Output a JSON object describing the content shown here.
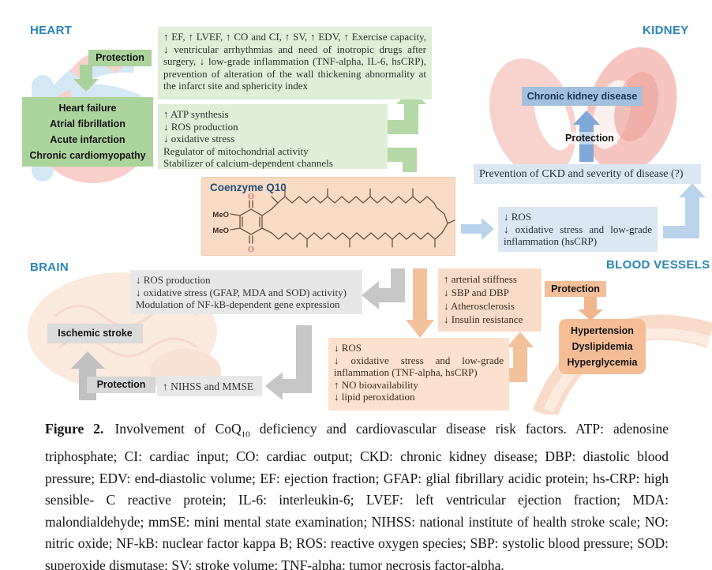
{
  "palette": {
    "section_label": "#2a85b8",
    "green_light": "#dfeed6",
    "green": "#abd39c",
    "green_arrow": "#b4d8a6",
    "blue_light": "#dae7f3",
    "blue": "#a2c0dc",
    "blue_arrow": "#7ea8d8",
    "gray_light": "#e7e7e7",
    "gray_arrow": "#c7c7c7",
    "orange_light": "#fbe1ce",
    "orange": "#f4bf99",
    "orange_arrow": "#f3c19c",
    "coq10_box": "#f8dbc5"
  },
  "heart": {
    "section_label": "HEART",
    "protection_label": "Protection",
    "diseases": [
      "Heart failure",
      "Atrial fibrillation",
      "Acute infarction",
      "Chronic cardiomyopathy"
    ],
    "clinical_effects": "↑ EF, ↑ LVEF, ↑ CO and CI, ↑ SV, ↑ EDV, ↑ Exercise capacity, ↓ ventricular arrhythmias and need of inotropic drugs after surgery, ↓ low-grade inflammation (TNF-alpha, IL-6, hsCRP), prevention of alteration of the wall thickening abnormality at the infarct site and sphericity index",
    "mechanisms": [
      "↑ ATP synthesis",
      "↓ ROS production",
      "↓ oxidative stress",
      "Regulator of mitochondrial activity",
      "Stabilizer of calcium-dependent channels"
    ]
  },
  "kidney": {
    "section_label": "KIDNEY",
    "disease_label": "Chronic kidney disease",
    "protection_label": "Protection",
    "outcome": "Prevention of CKD and severity of disease (?)",
    "mechanisms": [
      "↓ ROS",
      "↓ oxidative stress and low-grade inflammation (hsCRP)"
    ]
  },
  "coq10": {
    "label": "Coenzyme Q10",
    "meo_top": "MeO",
    "meo_bottom": "MeO",
    "oxygen": "O"
  },
  "brain": {
    "section_label": "BRAIN",
    "disease_label": "Ischemic stroke",
    "protection_label": "Protection",
    "outcome": "↑ NIHSS and MMSE",
    "mechanisms": [
      "↓ ROS production",
      "↓ oxidative stress (GFAP, MDA and SOD) activity)",
      "Modulation of NF-kB-dependent gene expression"
    ]
  },
  "vessels": {
    "section_label": "BLOOD VESSELS",
    "protection_label": "Protection",
    "diseases": [
      "Hypertension",
      "Dyslipidemia",
      "Hyperglycemia"
    ],
    "effects": [
      "↑ arterial stiffness",
      "↓ SBP and DBP",
      "↓ Atherosclerosis",
      "↓ Insulin resistance"
    ],
    "mechanisms": [
      "↓ ROS",
      "↓ oxidative stress and low-grade inflammation (TNF-alpha, hsCRP)",
      "↑ NO bioavailability",
      "↓ lipid peroxidation"
    ]
  },
  "caption": {
    "figure_label": "Figure 2.",
    "text_before_sub": "Involvement of CoQ",
    "subscript": "10",
    "text_after_sub": " deficiency and cardiovascular disease risk factors. ATP: adenosine triphosphate; CI: cardiac input; CO: cardiac output; CKD: chronic kidney disease; DBP: diastolic blood pressure; EDV: end-diastolic volume; EF: ejection fraction; GFAP: glial fibrillary acidic protein; hs-CRP: high sensible- C reactive protein; IL-6: interleukin-6; LVEF: left ventricular ejection fraction; MDA: malondialdehyde; mmSE: mini mental state examination; NIHSS: national institute of health stroke scale; NO: nitric oxide; NF-kB: nuclear factor kappa B; ROS: reactive oxygen species; SBP: systolic blood pressure; SOD: superoxide dismutase; SV: stroke volume; TNF-alpha: tumor necrosis factor-alpha."
  }
}
